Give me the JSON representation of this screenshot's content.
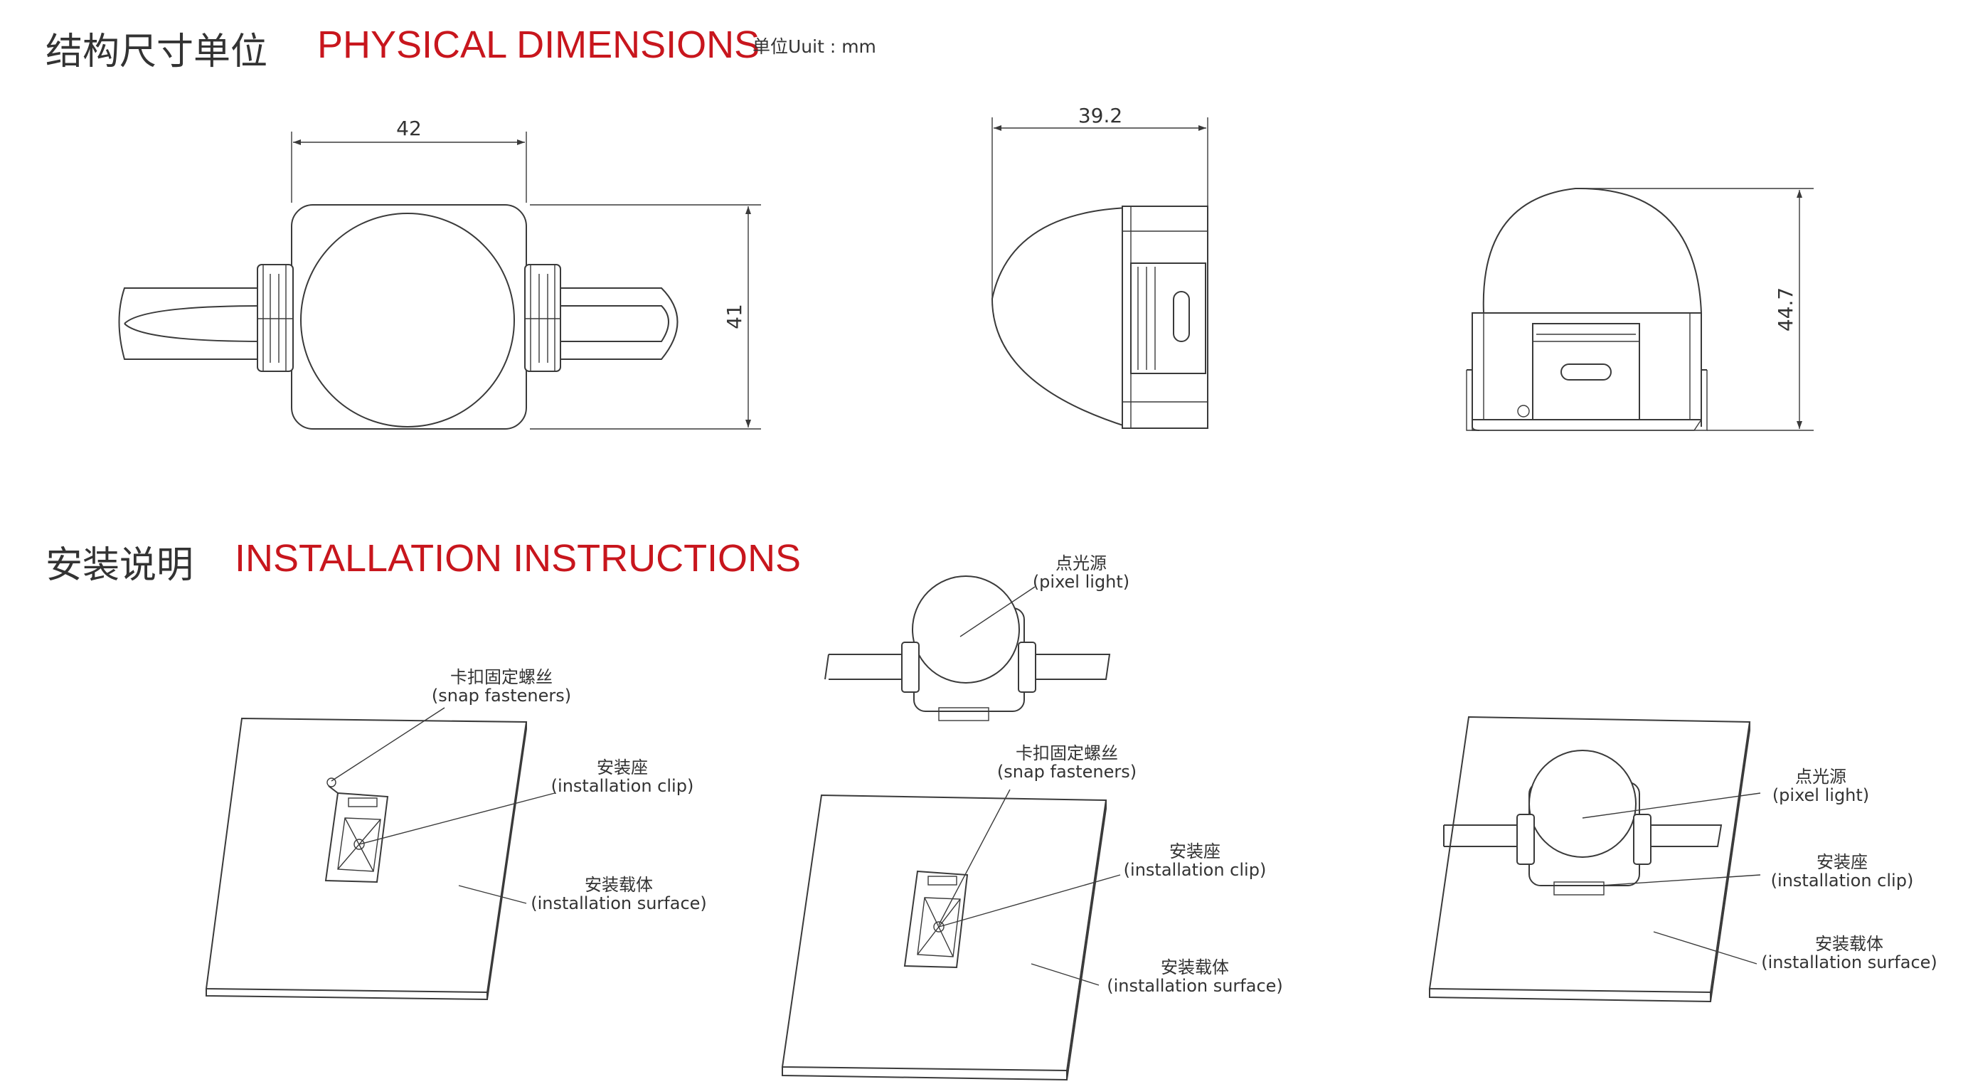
{
  "physical": {
    "title_zh": "结构尺寸单位",
    "title_en": "PHYSICAL DIMENSIONS",
    "unit": "单位Uuit : mm",
    "dims": {
      "front_width": "42",
      "front_height": "41",
      "side_width": "39.2",
      "rear_height": "44.7"
    }
  },
  "install": {
    "title_zh": "安装说明",
    "title_en": "INSTALLATION INSTRUCTIONS",
    "labels": {
      "pixel_zh": "点光源",
      "pixel_en": "(pixel light)",
      "snap_zh": "卡扣固定螺丝",
      "snap_en": "(snap fasteners)",
      "clip_zh": "安装座",
      "clip_en": "(installation clip)",
      "surface_zh": "安装载体",
      "surface_en": "(installation surface)"
    }
  },
  "colors": {
    "accent": "#c8161d",
    "line": "#3a3a3a",
    "text": "#333333"
  }
}
